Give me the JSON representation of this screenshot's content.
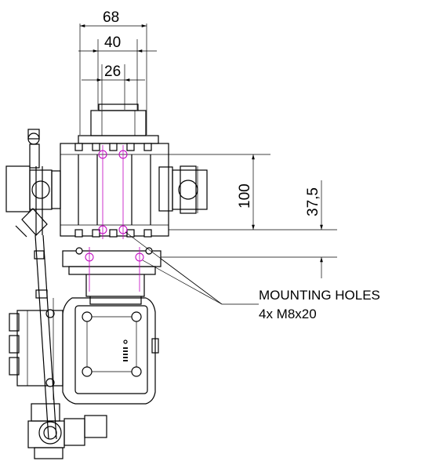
{
  "dimensions": {
    "width_overall": "68",
    "width_mid": "40",
    "width_inner": "26",
    "height_body": "100",
    "height_offset": "37,5"
  },
  "note": {
    "line1": "MOUNTING HOLES",
    "line2": "4x M8x20"
  },
  "colors": {
    "lines": "#000000",
    "mounting_holes": "#c000c0",
    "background": "#ffffff"
  }
}
